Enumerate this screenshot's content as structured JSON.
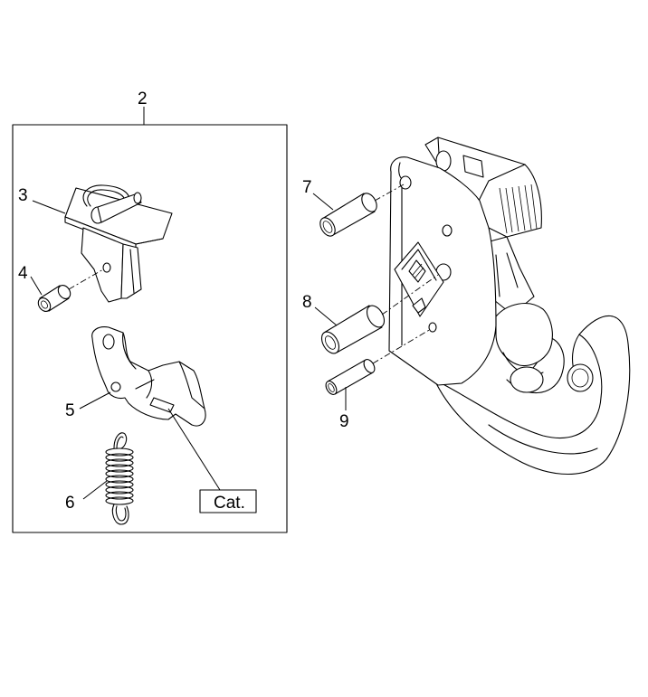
{
  "callouts": {
    "c2": "2",
    "c3": "3",
    "c4": "4",
    "c5": "5",
    "c6": "6",
    "c7": "7",
    "c8": "8",
    "c9": "9"
  },
  "cat_box": {
    "label": "Cat."
  }
}
